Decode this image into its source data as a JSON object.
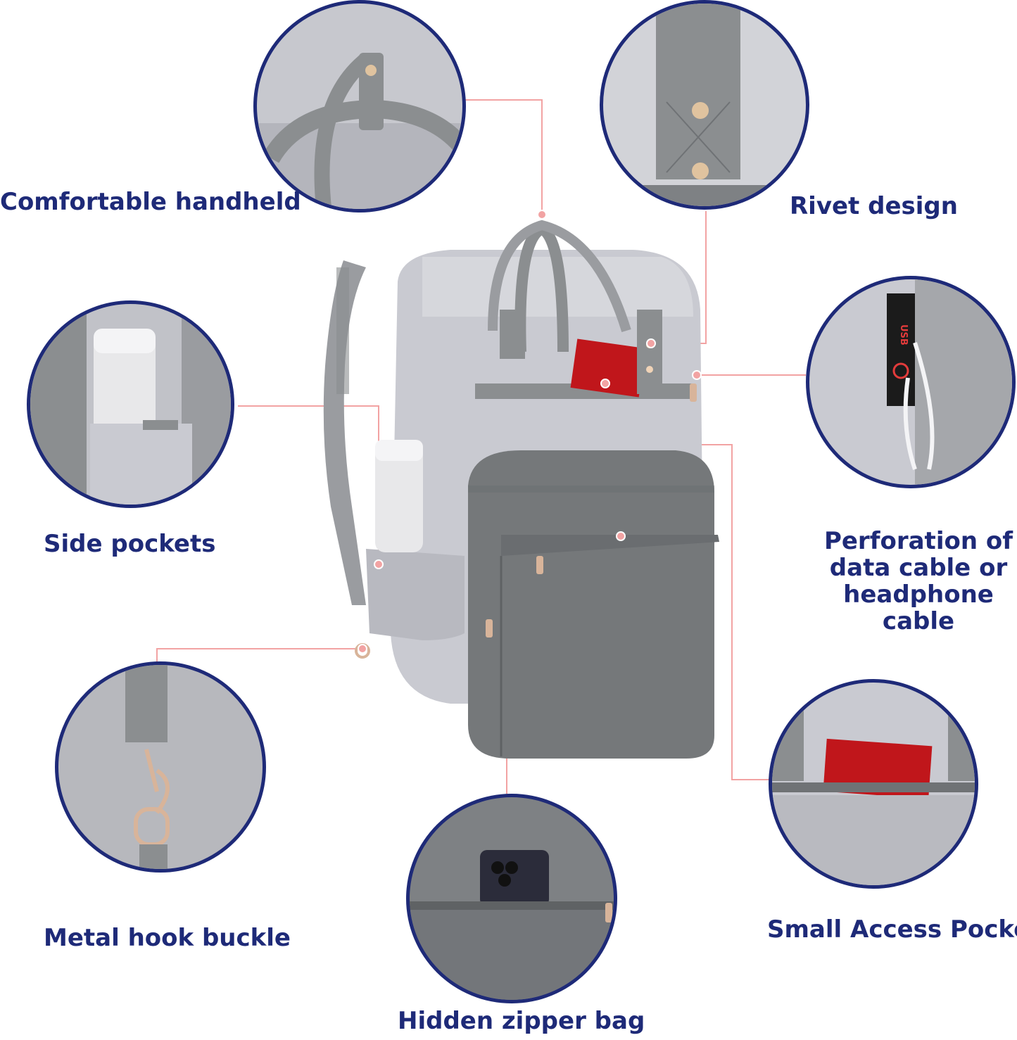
{
  "features": {
    "comfortable_handheld": "Comfortable handheld",
    "rivet_design": "Rivet design",
    "side_pockets": "Side pockets",
    "perforation_line1": "Perforation of",
    "perforation_line2": "data cable or",
    "perforation_line3": "headphone",
    "perforation_line4": "cable",
    "metal_hook_buckle": "Metal hook buckle",
    "small_access_pocket": "Small Access Pocket",
    "hidden_zipper_bag": "Hidden zipper bag"
  },
  "colors": {
    "label_text": "#1e2a78",
    "circle_border": "#1e2a78",
    "callout_line": "#f2a3a3",
    "bag_light": "#c9cad1",
    "bag_dark": "#75787a",
    "trim": "#8b8e90",
    "passport": "#c0161b"
  },
  "usb_port_text": "USB"
}
